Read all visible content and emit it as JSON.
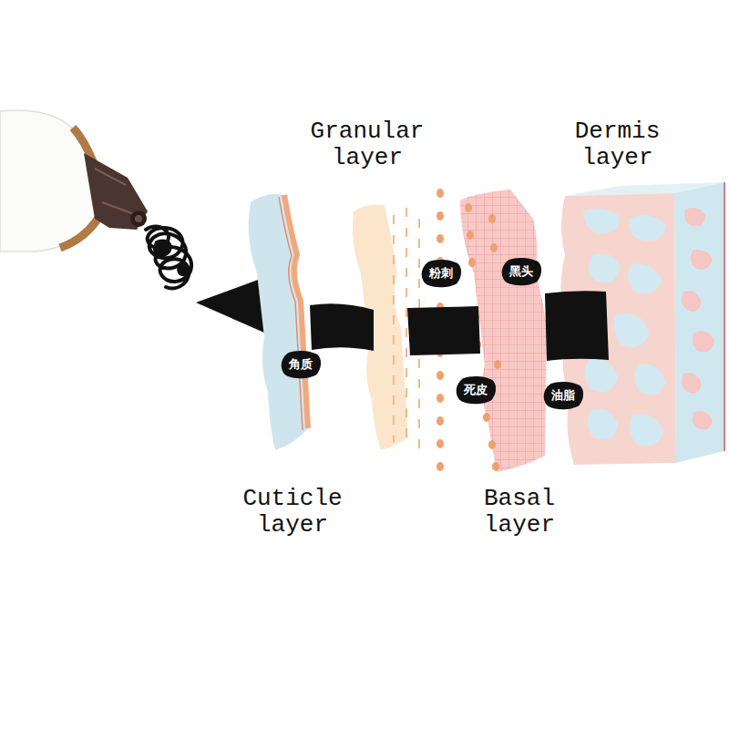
{
  "diagram": {
    "nodes": [
      {
        "text": [
          "粉刺"
        ]
      },
      {
        "text": [
          "黑头"
        ]
      },
      {
        "text": [
          "角质"
        ]
      },
      {
        "text": [
          "死皮"
        ]
      },
      {
        "text": [
          "油脂"
        ]
      }
    ],
    "labels": [
      "Granular layer",
      "Dermis layer",
      "Cuticle layer",
      "Basal layer"
    ]
  }
}
